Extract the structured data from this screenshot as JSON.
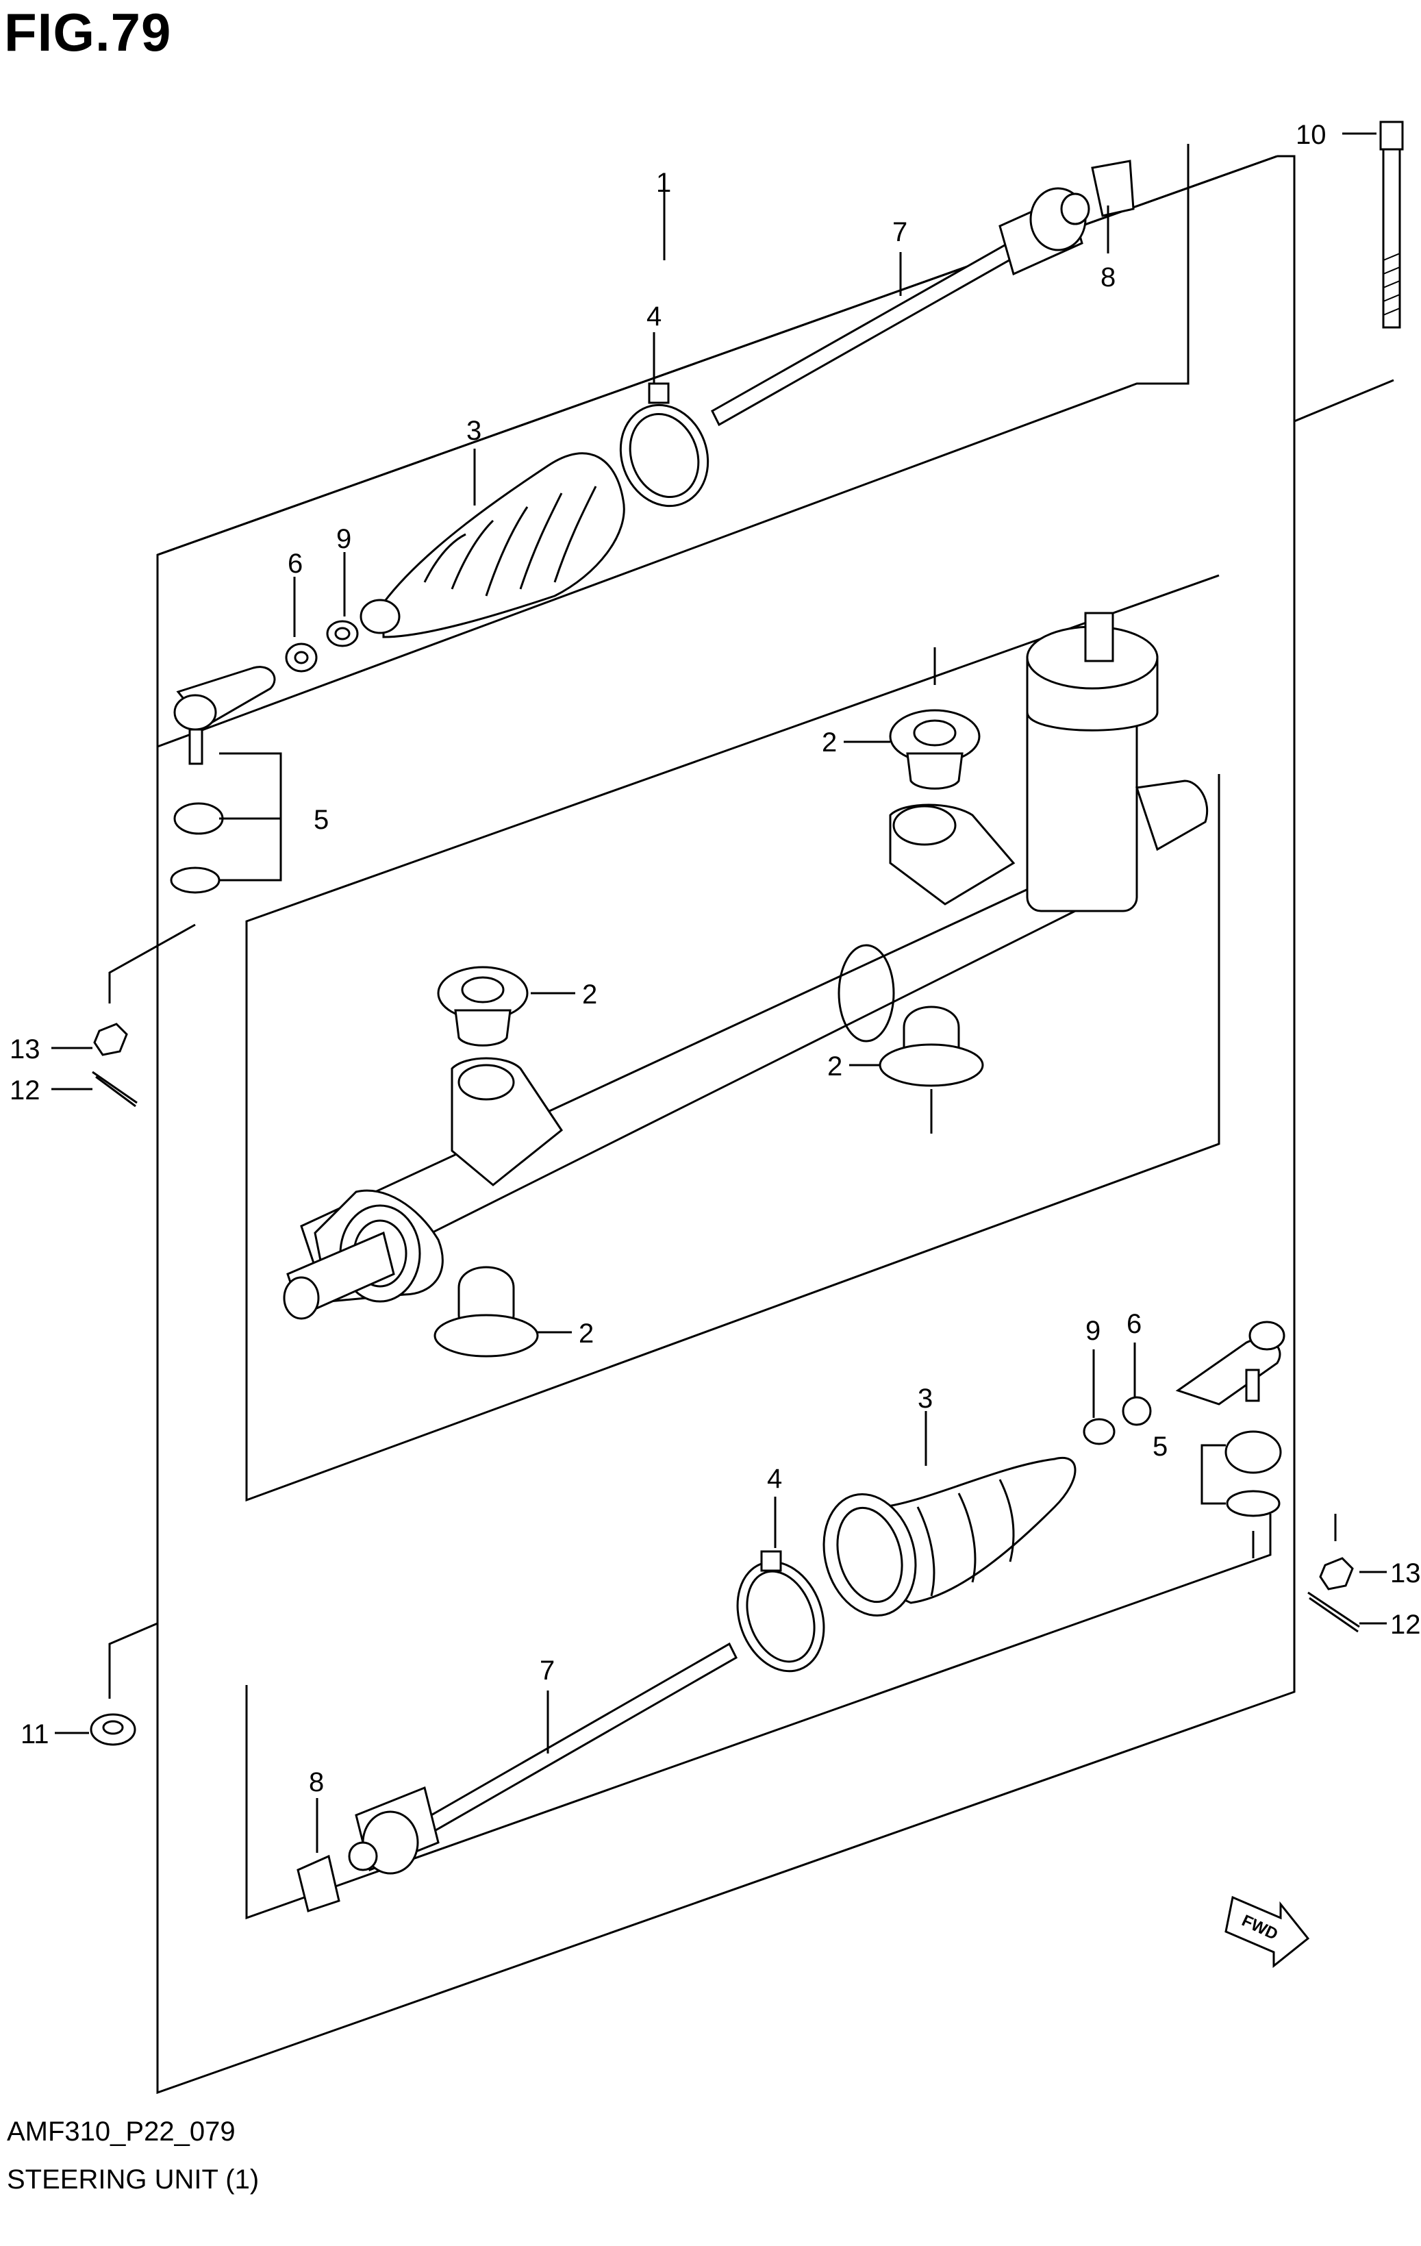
{
  "figure": {
    "title": "FIG.79",
    "code": "AMF310_P22_079",
    "caption": "STEERING UNIT (1)"
  },
  "callouts": {
    "c1": "1",
    "c2a": "2",
    "c2b": "2",
    "c2c": "2",
    "c2d": "2",
    "c3a": "3",
    "c3b": "3",
    "c4a": "4",
    "c4b": "4",
    "c5a": "5",
    "c5b": "5",
    "c6a": "6",
    "c6b": "6",
    "c7a": "7",
    "c7b": "7",
    "c8a": "8",
    "c8b": "8",
    "c9a": "9",
    "c9b": "9",
    "c10": "10",
    "c11": "11",
    "c12a": "12",
    "c12b": "12",
    "c13a": "13",
    "c13b": "13"
  },
  "fwd_arrow": {
    "label": "FWD"
  }
}
